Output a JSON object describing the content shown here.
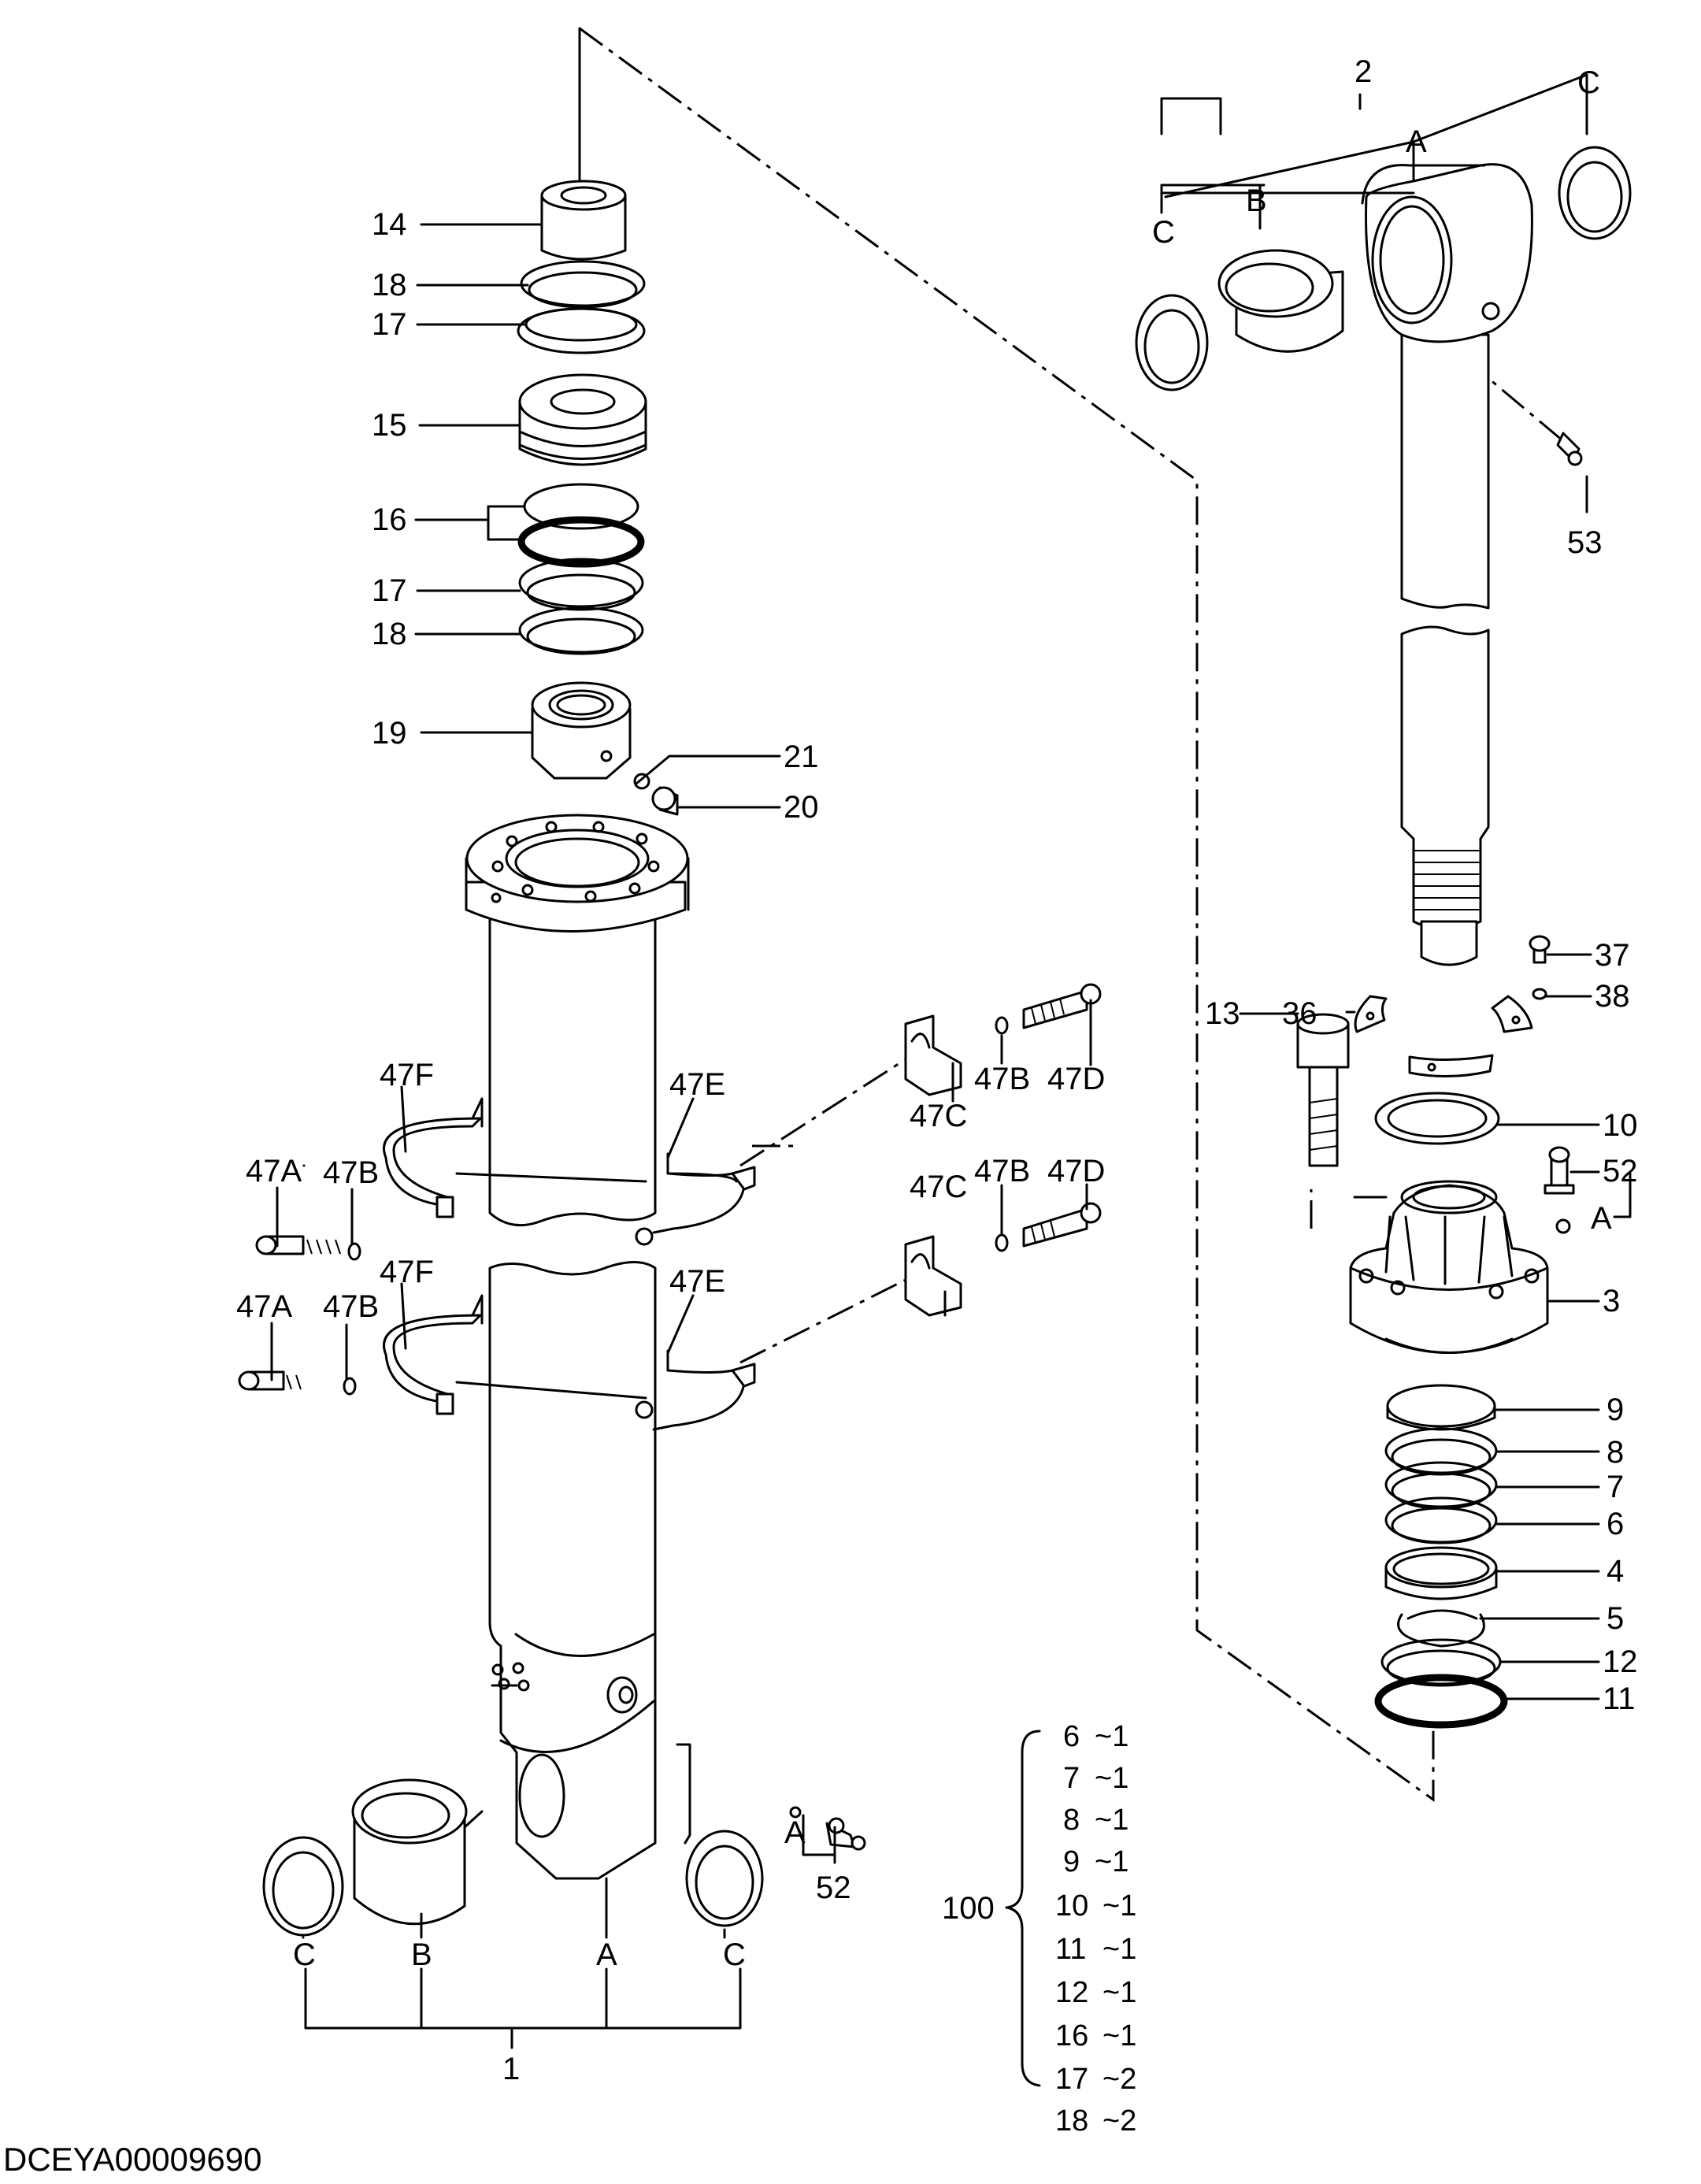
{
  "document_code": "DCEYA00009690",
  "callouts": {
    "c1": "1",
    "c2": "2",
    "c3": "3",
    "c4": "4",
    "c5": "5",
    "c6": "6",
    "c7": "7",
    "c8": "8",
    "c9": "9",
    "c10": "10",
    "c11": "11",
    "c12": "12",
    "c13": "13",
    "c14": "14",
    "c15": "15",
    "c16": "16",
    "c17": "17",
    "c18": "18",
    "c19": "19",
    "c20": "20",
    "c21": "21",
    "c36": "36",
    "c37": "37",
    "c38": "38",
    "c52": "52",
    "c53": "53",
    "c47A": "47A",
    "c47B": "47B",
    "c47C": "47C",
    "c47D": "47D",
    "c47E": "47E",
    "c47F": "47F"
  },
  "subparts": {
    "a": "A",
    "b": "B",
    "c": "C"
  },
  "kit": {
    "number": "100",
    "items": [
      {
        "part": "6",
        "qty": "~1"
      },
      {
        "part": "7",
        "qty": "~1"
      },
      {
        "part": "8",
        "qty": "~1"
      },
      {
        "part": "9",
        "qty": "~1"
      },
      {
        "part": "10",
        "qty": "~1"
      },
      {
        "part": "11",
        "qty": "~1"
      },
      {
        "part": "12",
        "qty": "~1"
      },
      {
        "part": "16",
        "qty": "~1"
      },
      {
        "part": "17",
        "qty": "~2"
      },
      {
        "part": "18",
        "qty": "~2"
      }
    ]
  }
}
